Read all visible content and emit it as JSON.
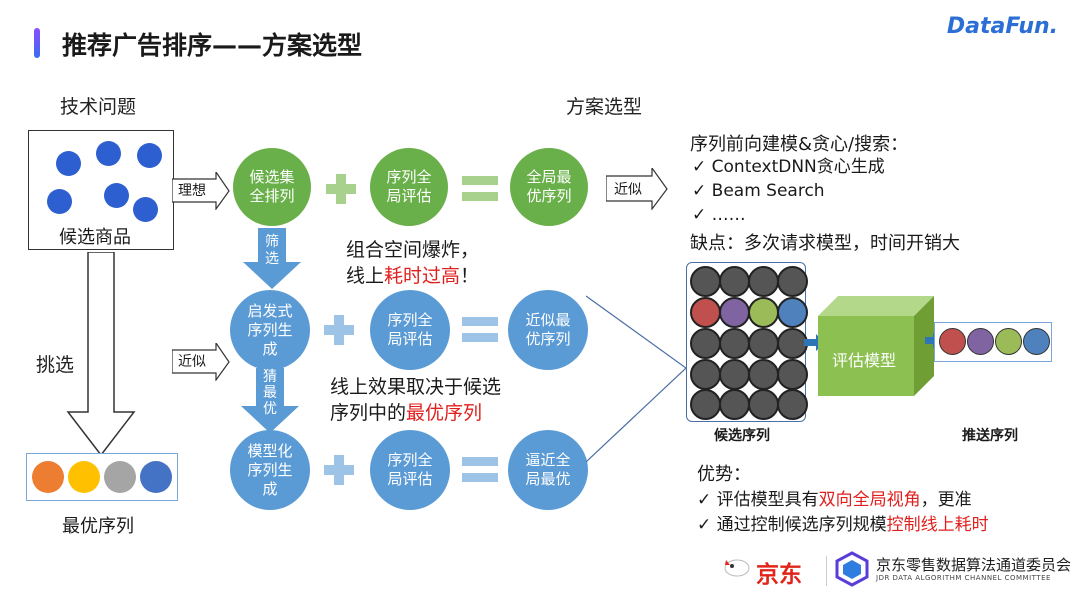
{
  "header": {
    "title": "推荐广告排序——方案选型",
    "brand": "DataFun."
  },
  "sections": {
    "left": "技术问题",
    "right": "方案选型"
  },
  "left_panel": {
    "candidates_label": "候选商品",
    "select_label": "挑选",
    "best_label": "最优序列",
    "best_colors": [
      "#ed7d31",
      "#ffc000",
      "#a5a5a5",
      "#4472c4"
    ]
  },
  "flow": {
    "ideal_label": "理想",
    "approx_label": "近似",
    "approx_right_label": "近似",
    "filter_label": "筛\n选",
    "guess_label": "猜\n最\n优",
    "row1": {
      "c1": "候选集\n全排列",
      "c2": "序列全\n局评估",
      "c3": "全局最\n优序列"
    },
    "row2": {
      "c1": "启发式\n序列生\n成",
      "c2": "序列全\n局评估",
      "c3": "近似最\n优序列"
    },
    "row3": {
      "c1": "模型化\n序列生\n成",
      "c2": "序列全\n局评估",
      "c3": "逼近全\n局最优"
    },
    "note1_line1": "组合空间爆炸，",
    "note1_line2_prefix": "线上",
    "note1_line2_red": "耗时过高",
    "note1_line2_suffix": "！",
    "note2_line1": "线上效果取决于候选",
    "note2_line2_prefix": "序列中的",
    "note2_line2_red": "最优序列"
  },
  "right_panel": {
    "heading": "序列前向建模&贪心/搜索：",
    "bullets": [
      "ContextDNN贪心生成",
      "Beam Search",
      "……"
    ],
    "check": "✓",
    "drawback": "缺点：多次请求模型，时间开销大",
    "model_label": "评估模型",
    "candidate_seq_label": "候选序列",
    "push_seq_label": "推送序列",
    "grid_colored_row": [
      "#c0504d",
      "#8064a2",
      "#9bbb59",
      "#4f81bd"
    ],
    "push_colors": [
      "#c0504d",
      "#8064a2",
      "#9bbb59",
      "#4f81bd"
    ],
    "adv_title": "优势：",
    "adv1_prefix": "评估模型具有",
    "adv1_red": "双向全局视角",
    "adv1_suffix": "，更准",
    "adv2_prefix": "通过控制候选序列规模",
    "adv2_red": "控制线上耗时"
  },
  "footer": {
    "jd": "京东",
    "committee": "京东零售数据算法通道委员会",
    "committee_en": "JDR DATA ALGORITHM CHANNEL COMMITTEE"
  }
}
